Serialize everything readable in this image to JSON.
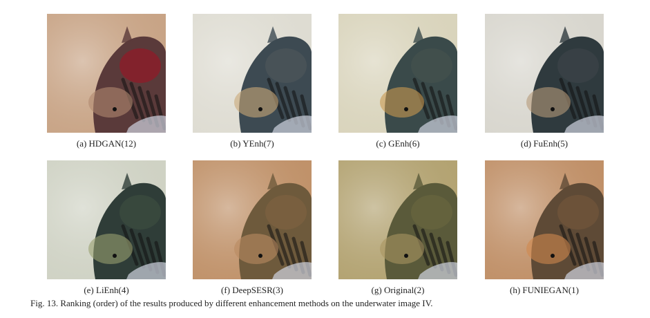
{
  "figure": {
    "caption": "Fig. 13.  Ranking (order) of the results produced by different enhancement methods on the underwater image IV."
  },
  "panels": [
    {
      "label": "(a) HDGAN(12)",
      "bg": "#c8a486",
      "body": "#5a3a3a",
      "patch": "#8a1f2a",
      "fin": "#b08870"
    },
    {
      "label": "(b) YEnh(7)",
      "bg": "#dedcd2",
      "body": "#3d4a52",
      "patch": "#4a5358",
      "fin": "#c9a878"
    },
    {
      "label": "(c) GEnh(6)",
      "bg": "#d9d4bc",
      "body": "#3a4a4a",
      "patch": "#43504c",
      "fin": "#c99a50"
    },
    {
      "label": "(d) FuEnh(5)",
      "bg": "#d8d6ce",
      "body": "#2f3a3e",
      "patch": "#394246",
      "fin": "#b59a7a"
    },
    {
      "label": "(e) LiEnh(4)",
      "bg": "#cfd2c4",
      "body": "#2f3d38",
      "patch": "#3a4a3e",
      "fin": "#9aa070"
    },
    {
      "label": "(f) DeepSESR(3)",
      "bg": "#c0926a",
      "body": "#6e5a3c",
      "patch": "#7b6040",
      "fin": "#b98a60"
    },
    {
      "label": "(g) Original(2)",
      "bg": "#b3a372",
      "body": "#5a5a3a",
      "patch": "#66643e",
      "fin": "#a89560"
    },
    {
      "label": "(h) FUNIEGAN(1)",
      "bg": "#c09068",
      "body": "#5e4a36",
      "patch": "#6e543a",
      "fin": "#d0884e"
    }
  ]
}
